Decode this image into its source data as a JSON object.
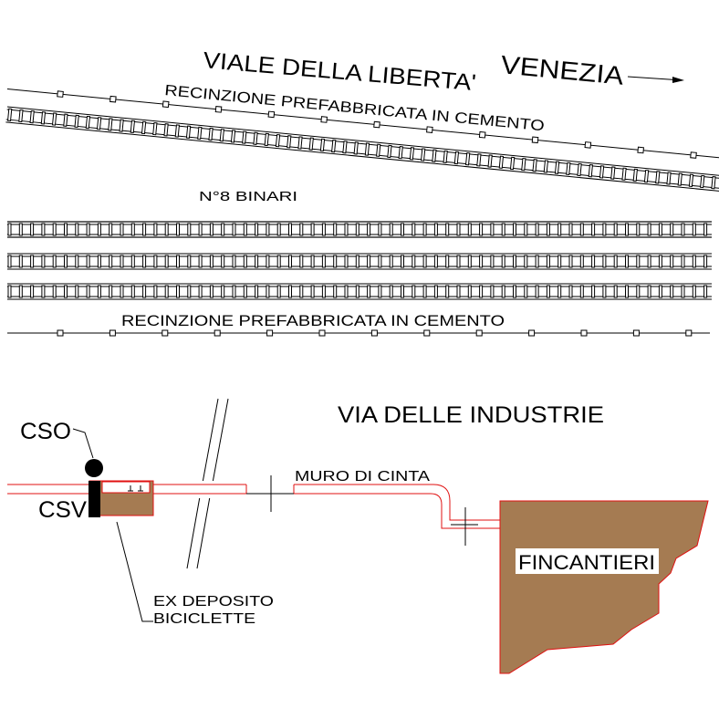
{
  "top": {
    "street": "VIALE DELLA LIBERTA'",
    "direction": "VENEZIA",
    "fence_label": "RECINZIONE PREFABBRICATA IN CEMENTO",
    "tracks_label": "N°8 BINARI",
    "fence_label_bottom": "RECINZIONE PREFABBRICATA IN CEMENTO"
  },
  "bottom": {
    "street": "VIA DELLE INDUSTRIE",
    "cso": "CSO",
    "csv": "CSV",
    "wall_label": "MURO DI CINTA",
    "depot_line1": "EX DEPOSITO",
    "depot_line2": "BICICLETTE",
    "shipyard": "FINCANTIERI"
  },
  "colors": {
    "building_fill": "#a57b52",
    "wall_stroke": "#e01010",
    "line": "#000000"
  }
}
